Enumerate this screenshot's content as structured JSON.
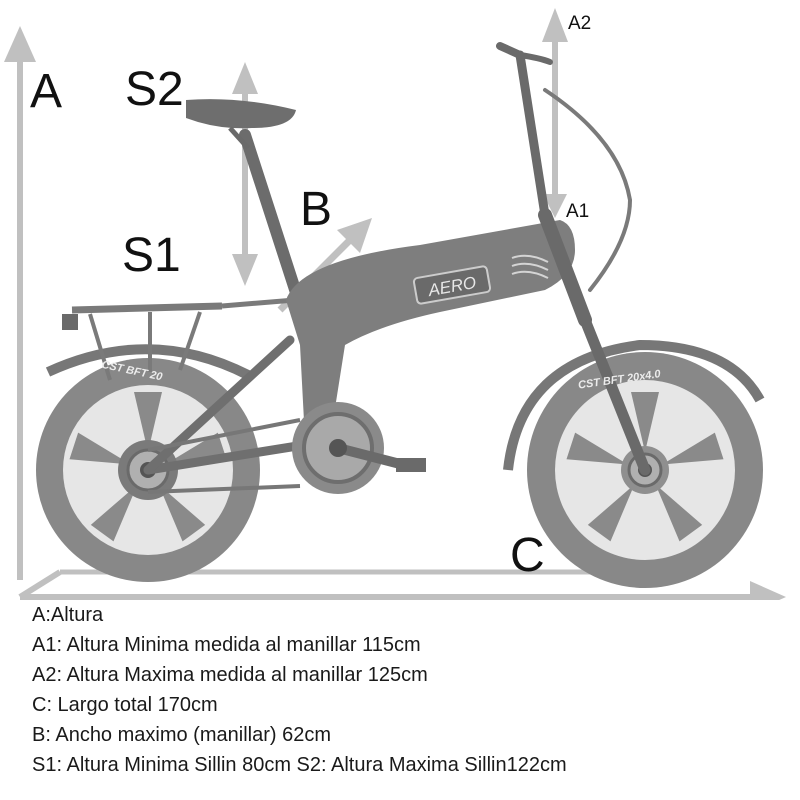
{
  "labels": {
    "A": "A",
    "A1": "A1",
    "A2": "A2",
    "B": "B",
    "C": "C",
    "S1": "S1",
    "S2": "S2"
  },
  "frame_logo": "AERO",
  "tire_text": {
    "rear": "CST BFT 20",
    "front": "CST BFT 20x4.0"
  },
  "legend": [
    "A:Altura",
    "A1: Altura Minima medida al manillar 115cm",
    "A2: Altura Maxima medida al manillar 125cm",
    "C: Largo total 170cm",
    "B: Ancho maximo (manillar) 62cm",
    "S1: Altura Minima Sillin 80cm S2: Altura Maxima Sillin122cm"
  ],
  "colors": {
    "arrow": "#c0c0c0",
    "bike": "#8a8a8a",
    "bike_dark": "#5f5f5f",
    "text": "#111111"
  }
}
